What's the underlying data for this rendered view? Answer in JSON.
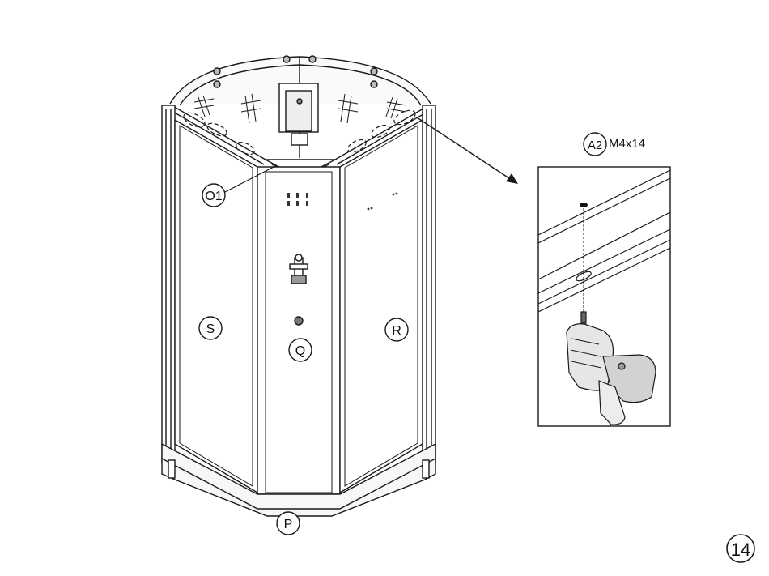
{
  "labels": {
    "o1": "O1",
    "s": "S",
    "q": "Q",
    "r": "R",
    "p": "P"
  },
  "detail": {
    "part_code": "A2",
    "screw_spec": "M4x14"
  },
  "step_number": "14",
  "colors": {
    "line": "#1a1a1a",
    "panel": "#ffffff",
    "shade": "#d9d9d9"
  }
}
